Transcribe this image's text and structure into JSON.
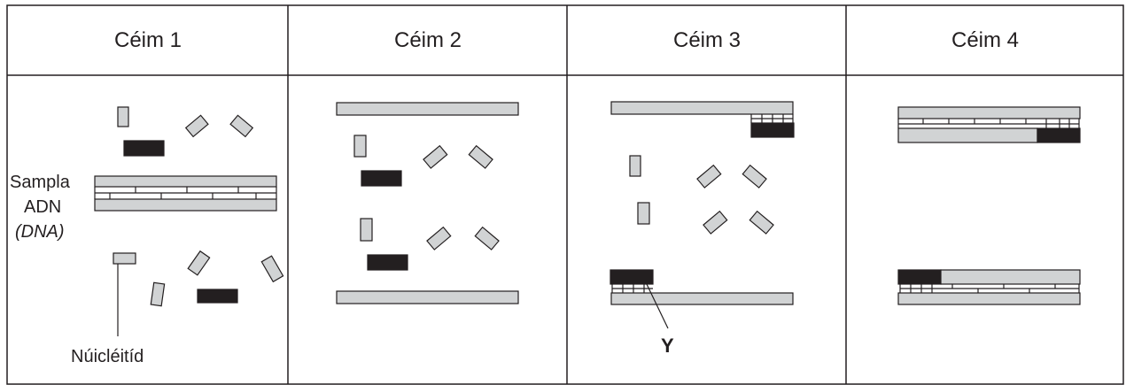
{
  "headers": [
    "Céim 1",
    "Céim 2",
    "Céim 3",
    "Céim 4"
  ],
  "labels": {
    "sample_line1": "Sampla",
    "sample_line2": "ADN",
    "sample_line3": "(DNA)",
    "nucleotide": "Núicléitíd",
    "y_marker": "Y"
  },
  "colors": {
    "line": "#231f20",
    "strand_fill": "#d1d3d4",
    "primer_fill": "#231f20",
    "background": "#ffffff"
  }
}
